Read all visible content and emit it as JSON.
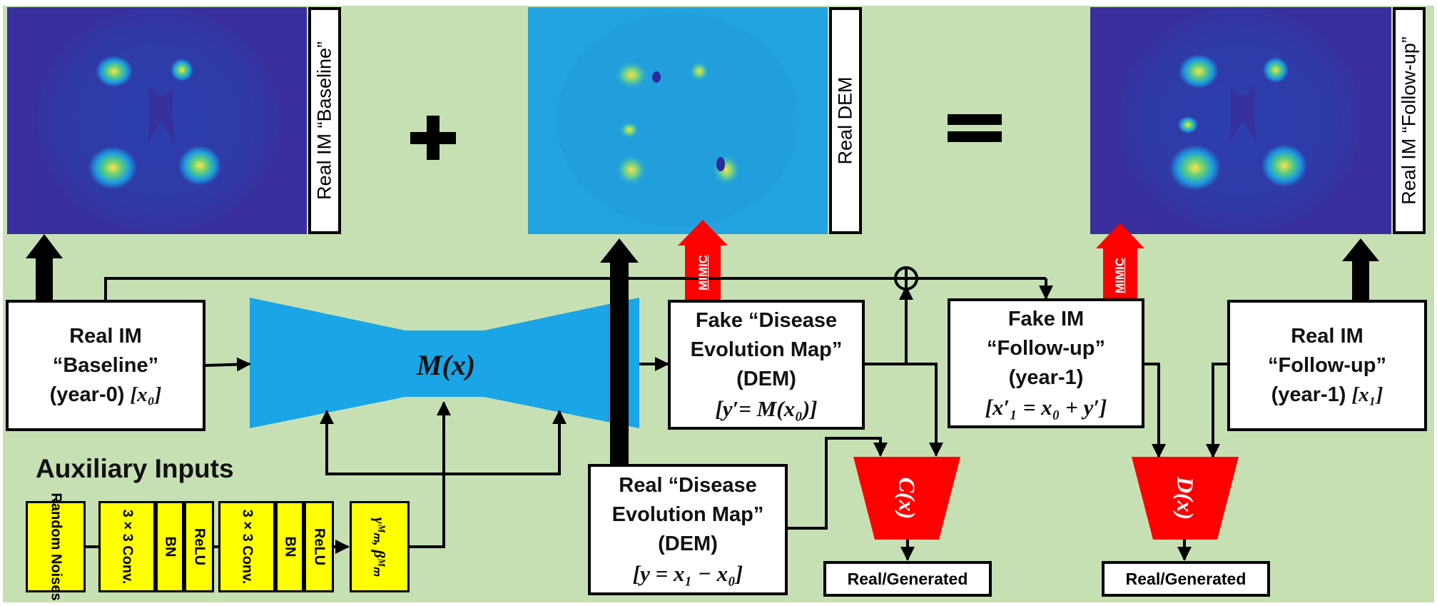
{
  "colors": {
    "background": "#c6e0b4",
    "generator": "#19a5e6",
    "discriminator": "#ff0000",
    "auxiliary": "#ffff00",
    "brain_dark": "#3a2f9e",
    "dem_field": "#23a3e0"
  },
  "images": {
    "baseline_label": "Real IM “Baseline”",
    "dem_label": "Real DEM",
    "followup_label": "Real IM “Follow-up”",
    "plus_symbol": "+",
    "equals_symbol": "="
  },
  "boxes": {
    "baseline": {
      "line1": "Real IM",
      "line2": "“Baseline”",
      "line3": "(year-0)",
      "math": "[x₀]"
    },
    "fake_dem": {
      "line1": "Fake “Disease",
      "line2": "Evolution Map”",
      "line3": "(DEM)",
      "math": "[y′= M(x₀)]"
    },
    "fake_followup": {
      "line1": "Fake IM",
      "line2": "“Follow-up”",
      "line3": "(year-1)",
      "math": "[x′₁ = x₀ + y′]"
    },
    "real_followup": {
      "line1": "Real IM",
      "line2": "“Follow-up”",
      "line3": "(year-1)",
      "math": "[x₁]"
    },
    "real_dem": {
      "line1": "Real “Disease",
      "line2": "Evolution Map”",
      "line3": "(DEM)",
      "math": "[y = x₁ − x₀]"
    }
  },
  "generator": {
    "label": "M(x)"
  },
  "discriminators": [
    {
      "label": "C(x)",
      "output": "Real/Generated"
    },
    {
      "label": "D(x)",
      "output": "Real/Generated"
    }
  ],
  "mimic_label": "MIMIC",
  "sum_symbol": "⊕",
  "auxiliary": {
    "title": "Auxiliary Inputs",
    "blocks": [
      "Random Noises",
      "3 × 3 Conv.",
      "BN",
      "ReLU",
      "3 × 3 Conv.",
      "BN",
      "ReLU",
      "γᴹₘ, βᴹₘ"
    ]
  }
}
